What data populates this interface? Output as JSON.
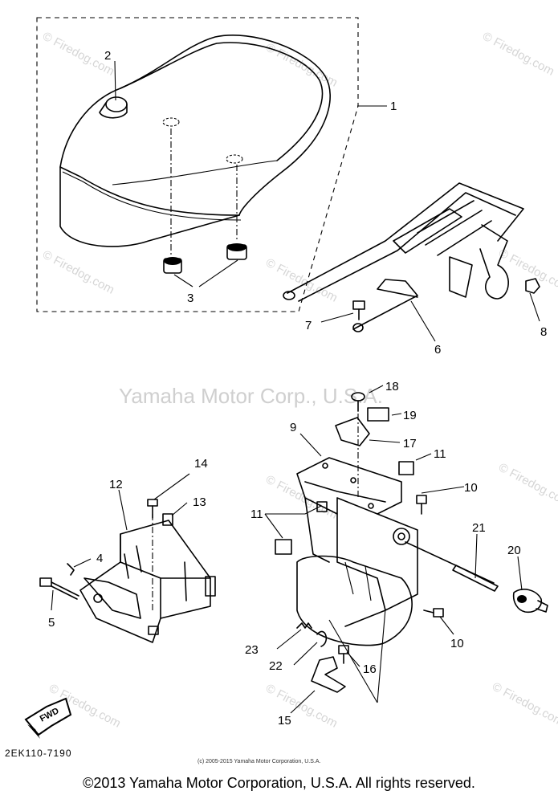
{
  "watermarks": {
    "firedog": "© Firedog.com",
    "firedog_short": "Firedog.com",
    "center": "Yamaha Motor Corp., U.S.A."
  },
  "callouts": {
    "c1": "1",
    "c2": "2",
    "c3": "3",
    "c4": "4",
    "c5": "5",
    "c6": "6",
    "c7": "7",
    "c8": "8",
    "c9": "9",
    "c10a": "10",
    "c10b": "10",
    "c11a": "11",
    "c11b": "11",
    "c12": "12",
    "c13": "13",
    "c14": "14",
    "c15": "15",
    "c16": "16",
    "c17": "17",
    "c18": "18",
    "c19": "19",
    "c20": "20",
    "c21": "21",
    "c22": "22",
    "c23": "23"
  },
  "fwd_label": "FWD",
  "part_code": "2EK110-7190",
  "small_copyright": "(c) 2005-2015 Yamaha Motor Corporation, U.S.A.",
  "footer_copyright": "©2013 Yamaha Motor Corporation, U.S.A. All rights reserved."
}
